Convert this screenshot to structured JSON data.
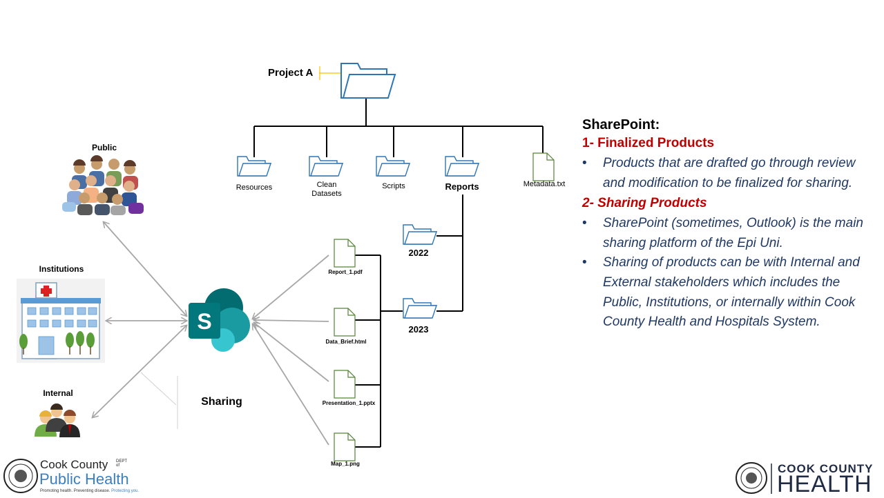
{
  "tree": {
    "root": "Project A",
    "folders": [
      "Resources",
      "Clean Datasets",
      "Scripts",
      "Reports"
    ],
    "file": "Metadata.txt",
    "report_years": [
      "2022",
      "2023"
    ],
    "products": [
      "Report_1.pdf",
      "Data_Brief.html",
      "Presentation_1.pptx",
      "Map_1.png"
    ]
  },
  "audiences": {
    "public": "Public",
    "institutions": "Institutions",
    "internal": "Internal"
  },
  "sharing_label": "Sharing",
  "panel": {
    "heading": "SharePoint:",
    "section1": "1- Finalized Products",
    "section1_bullets": [
      "Products that are drafted go through review and modification to be finalized for sharing."
    ],
    "section2": "2- Sharing Products",
    "section2_bullets": [
      "SharePoint (sometimes, Outlook) is the main sharing platform of the Epi Uni.",
      "Sharing of products can be with Internal and External stakeholders which includes the Public, Institutions, or internally within Cook County Health and Hospitals System."
    ],
    "bullet_char": "•"
  },
  "logos": {
    "ccph_line1": "Cook County",
    "ccph_dept": "DEPT of",
    "ccph_line2": "Public Health",
    "ccph_tagline_a": "Promoting health. Preventing disease.",
    "ccph_tagline_b": "Protecting you.",
    "cch_line1": "COOK COUNTY",
    "cch_line2": "HEALTH"
  },
  "colors": {
    "folder_stroke": "#2e75b6",
    "file_stroke": "#548235",
    "arrow": "#a6a6a6",
    "section_red": "#c00000",
    "bullet_navy": "#1f3864",
    "sharepoint_dark": "#036c70",
    "sharepoint_mid": "#1a9ba1",
    "sharepoint_light": "#37c6d0"
  }
}
